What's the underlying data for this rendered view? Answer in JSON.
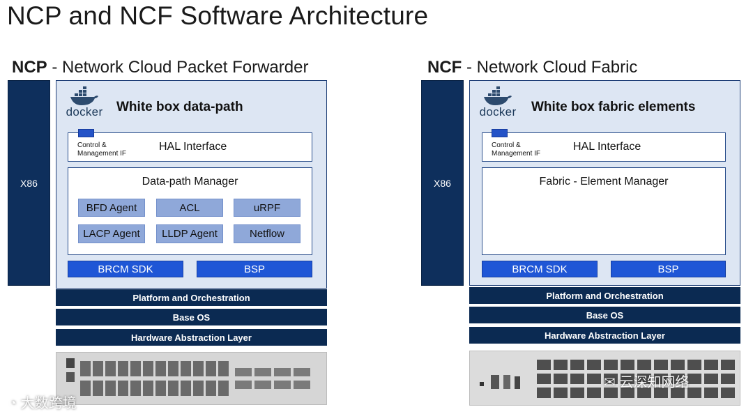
{
  "title": "NCP and NCF Software Architecture",
  "ncp": {
    "heading_bold": "NCP",
    "heading_rest": " - Network Cloud Packet Forwarder",
    "x86": "X86",
    "docker": "docker",
    "main_title": "White box data-path",
    "ctrl_label_1": "Control &",
    "ctrl_label_2": "Management IF",
    "hal": "HAL Interface",
    "manager": "Data-path Manager",
    "agents": [
      "BFD Agent",
      "ACL",
      "uRPF",
      "LACP Agent",
      "LLDP Agent",
      "Netflow"
    ],
    "sdk": "BRCM SDK",
    "bsp": "BSP",
    "layers": [
      "Platform and Orchestration",
      "Base OS",
      "Hardware Abstraction Layer"
    ]
  },
  "ncf": {
    "heading_bold": "NCF",
    "heading_rest": " - Network Cloud Fabric",
    "x86": "X86",
    "docker": "docker",
    "main_title": "White box fabric elements",
    "ctrl_label_1": "Control &",
    "ctrl_label_2": "Management IF",
    "hal": "HAL Interface",
    "manager": "Fabric - Element Manager",
    "sdk": "BRCM SDK",
    "bsp": "BSP",
    "layers": [
      "Platform and Orchestration",
      "Base OS",
      "Hardware Abstraction Layer"
    ]
  },
  "watermarks": {
    "left": "大数跨境",
    "right": "云深知网络"
  },
  "colors": {
    "dark_navy": "#0b2a52",
    "panel_bg": "#dde6f3",
    "agent_blue": "#8fa8d9",
    "sdk_blue": "#1f56d6"
  }
}
